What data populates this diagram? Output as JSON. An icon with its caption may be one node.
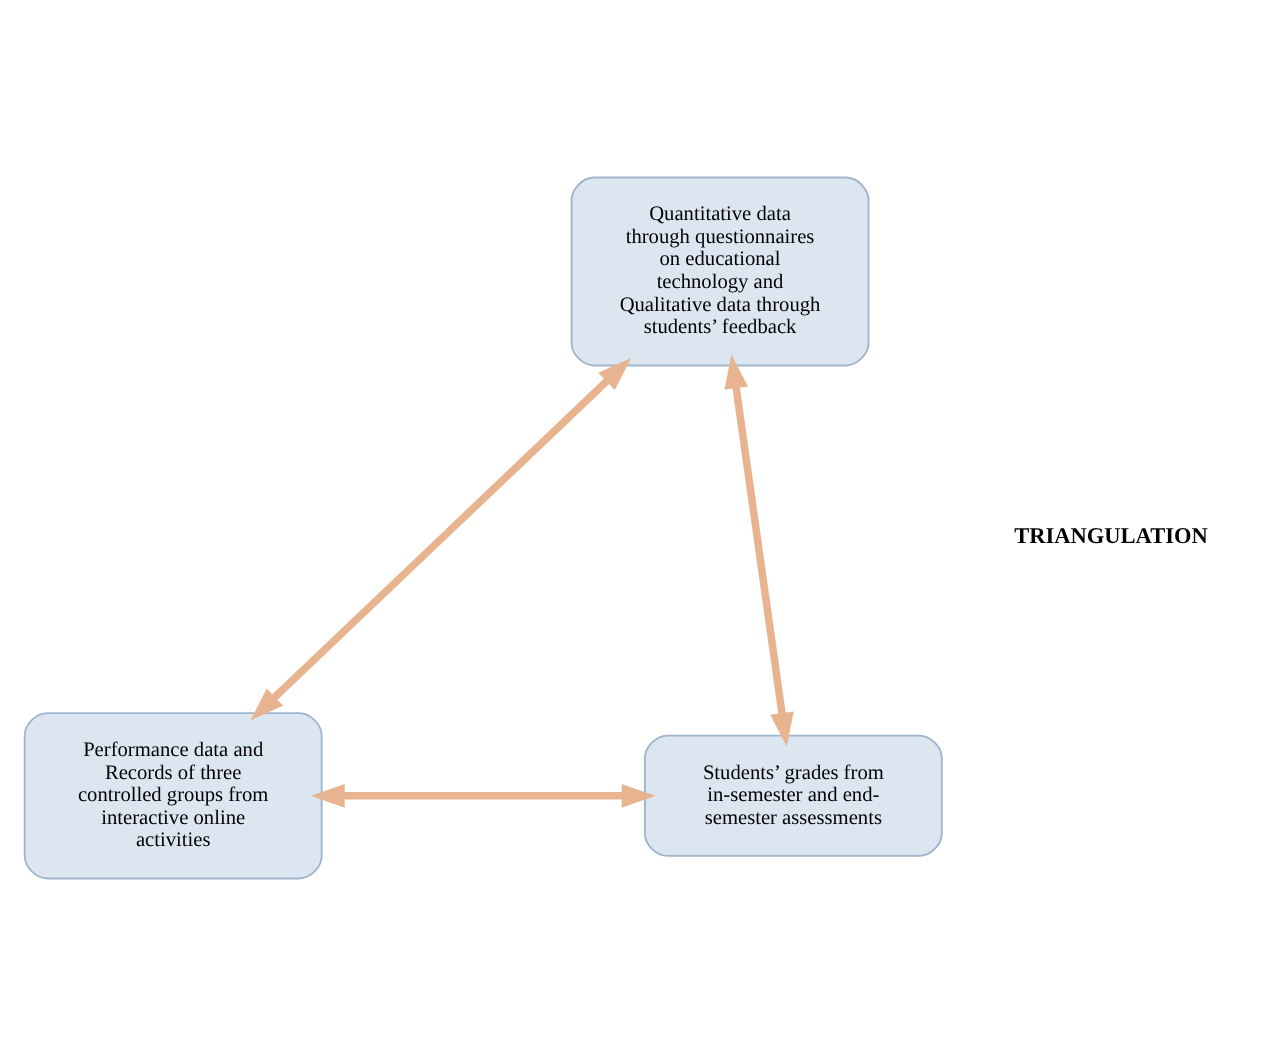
{
  "diagram": {
    "nodes": [
      {
        "text": [
          "Quantitative data through questionnaires on educational technology and Qualitative data through students’ feedback"
        ]
      },
      {
        "text": [
          "Performance data and Records of three controlled groups from interactive online activities"
        ]
      },
      {
        "text": [
          "Students’ grades from in-semester and end-semester assessments"
        ]
      }
    ],
    "edges": [
      {
        "from": 0,
        "to": 1,
        "arrow": "both"
      },
      {
        "from": 0,
        "to": 2,
        "arrow": "both"
      },
      {
        "from": 1,
        "to": 2,
        "arrow": "both"
      }
    ],
    "labels": [
      "TRIANGULATION"
    ]
  }
}
